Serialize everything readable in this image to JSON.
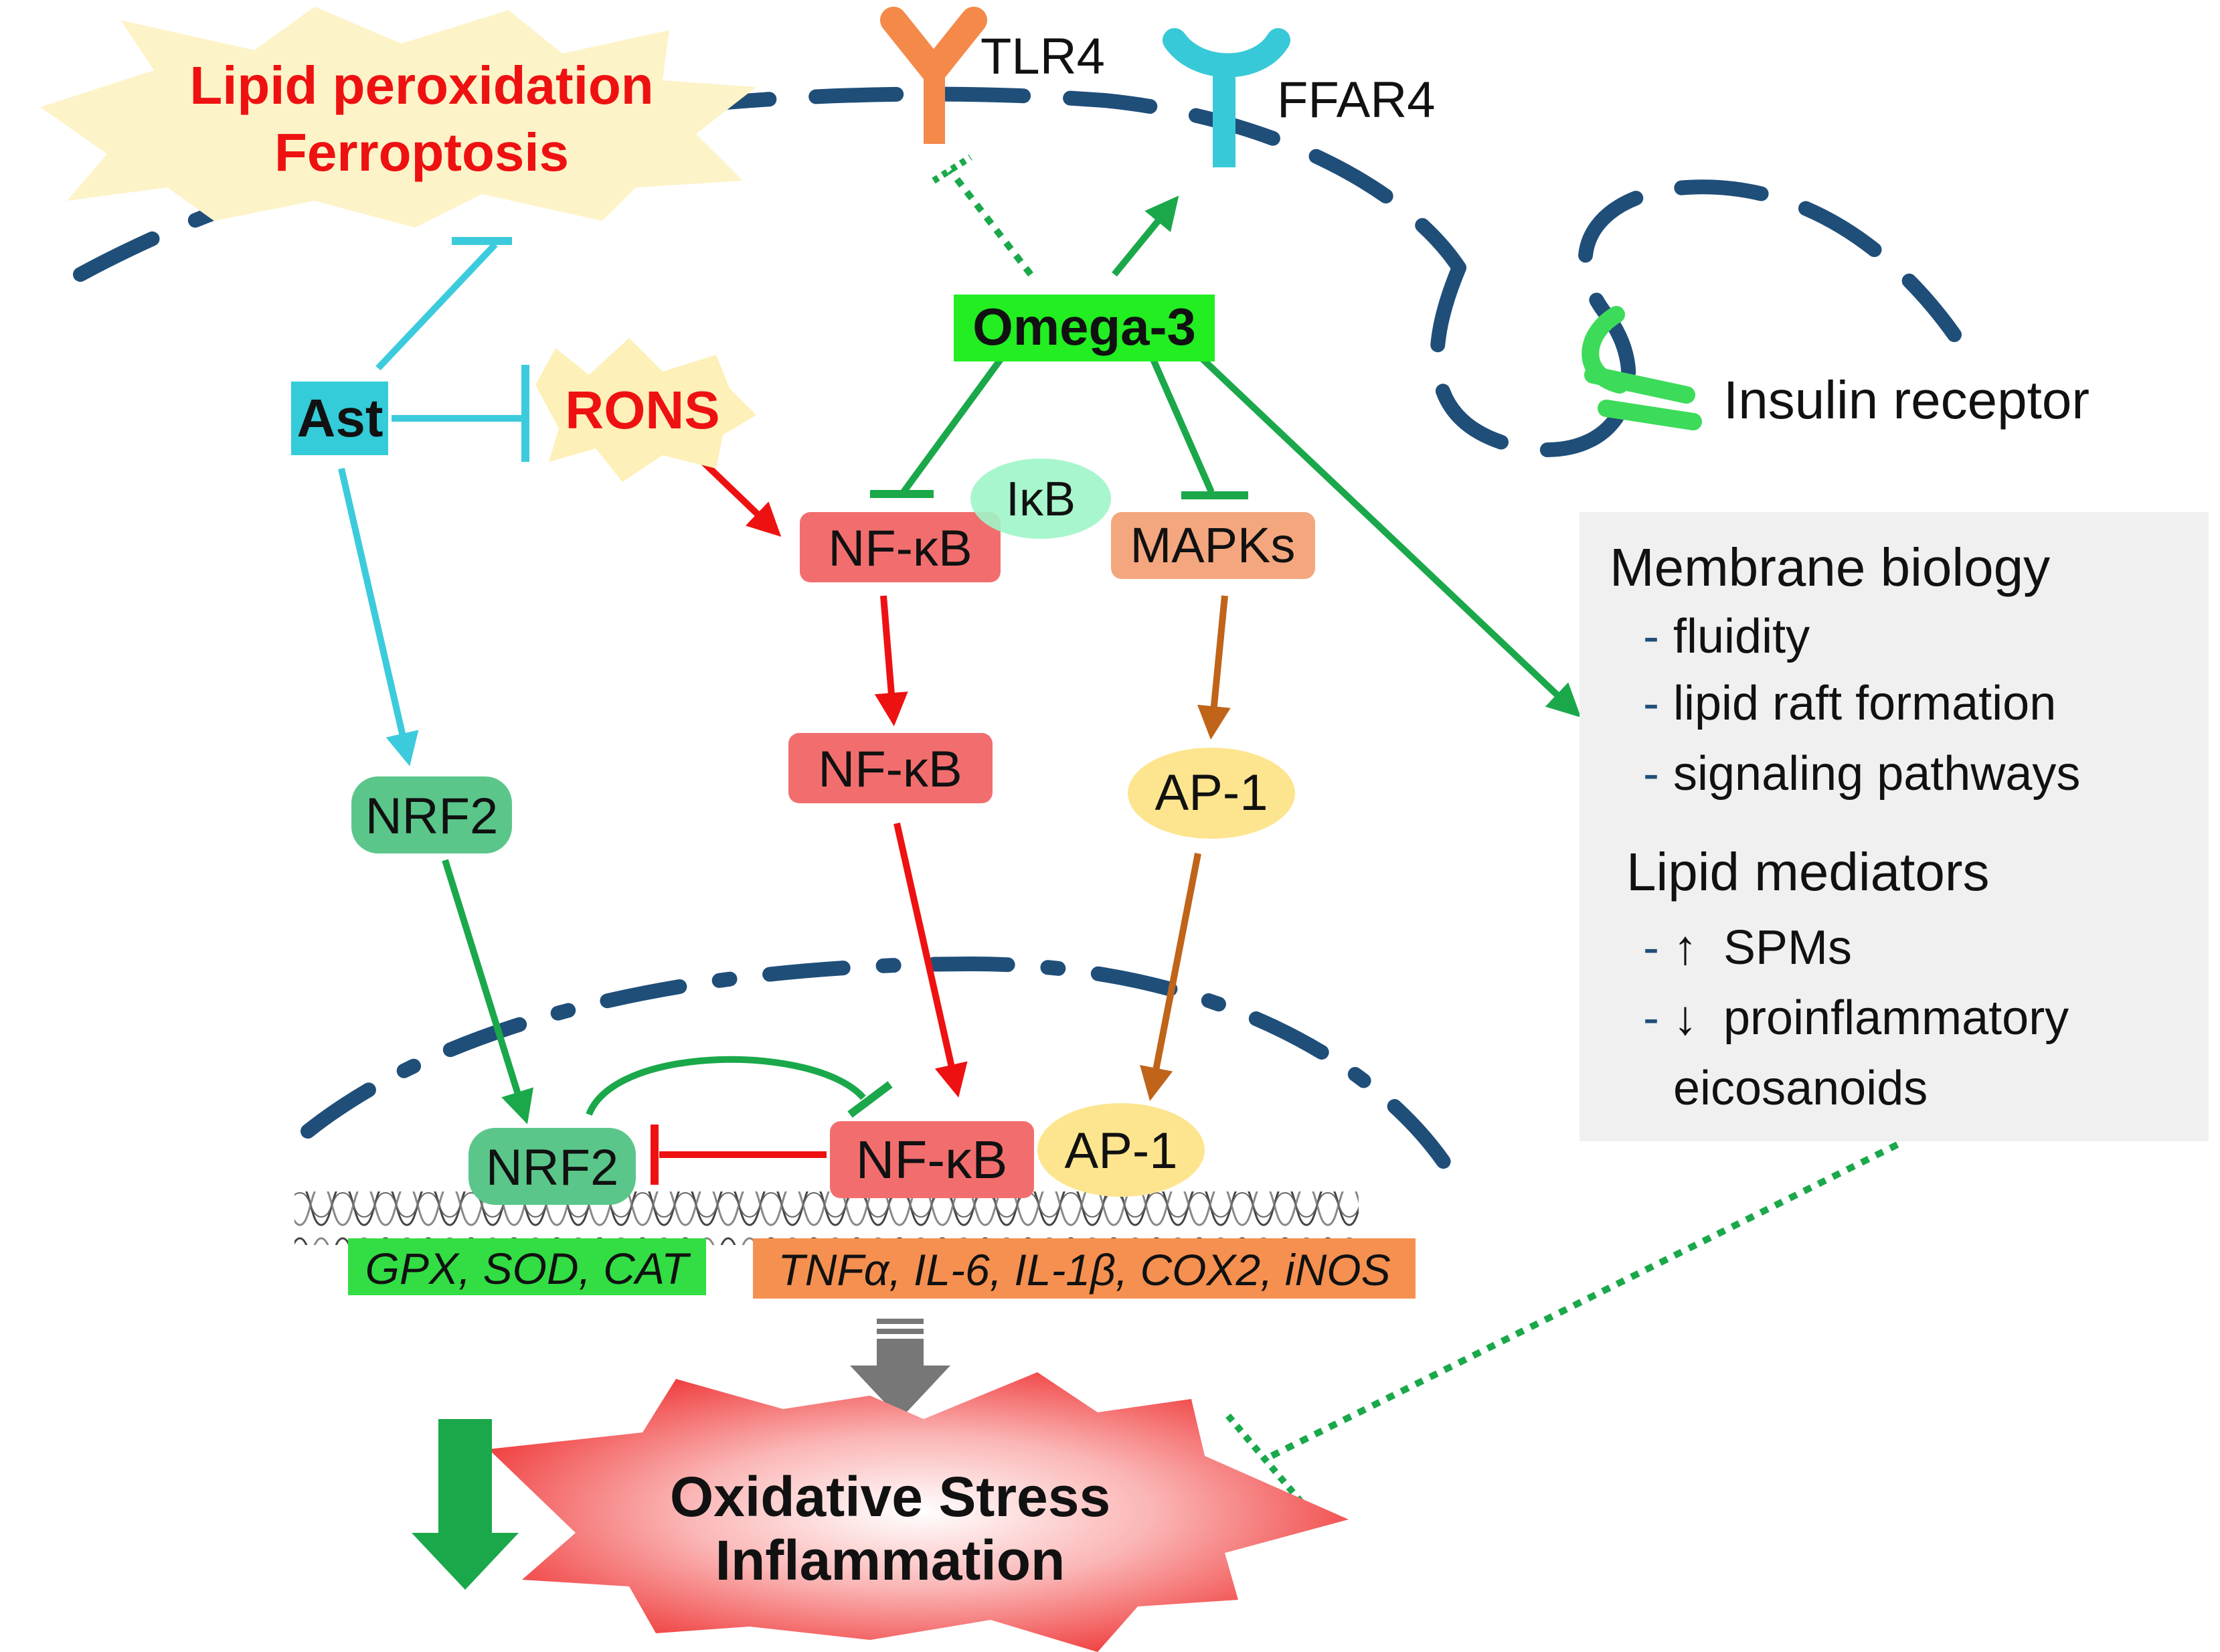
{
  "banner": {
    "line1": "Lipid peroxidation",
    "line2": "Ferroptosis"
  },
  "receptors": {
    "tlr4": "TLR4",
    "ffar4": "FFAR4",
    "insulin": "Insulin receptor"
  },
  "nodes": {
    "omega3": "Omega-3",
    "ast": "Ast",
    "rons": "RONS",
    "ikb": "IκB",
    "nfkb_top": "NF-κB",
    "mapks": "MAPKs",
    "nfkb_mid": "NF-κB",
    "ap1_mid": "AP-1",
    "nrf2_top": "NRF2",
    "nrf2_dna": "NRF2",
    "nfkb_dna": "NF-κB",
    "ap1_dna": "AP-1"
  },
  "genes": {
    "antioxidant": "GPX, SOD, CAT",
    "inflammatory": "TNFα, IL-6, IL-1β, COX2, iNOS"
  },
  "panel": {
    "heading1": "Membrane biology",
    "items1": [
      "fluidity",
      "lipid raft formation",
      "signaling pathways"
    ],
    "heading2": "Lipid mediators",
    "items2": [
      {
        "arrow": "↑",
        "text": "SPMs"
      },
      {
        "arrow": "↓",
        "text": "proinflammatory"
      }
    ],
    "item2_cont": "eicosanoids",
    "bullet": "-"
  },
  "outcome": {
    "line1": "Oxidative Stress",
    "line2": "Inflammation"
  },
  "colors": {
    "membrane": "#1f4e79",
    "green": "#1aa84a",
    "red": "#ee1111",
    "brown": "#c0641a",
    "cyan": "#3ccbdc",
    "banner_fill": "#fdf3c8",
    "banner_text": "#ee1111",
    "omega_bg": "#22ee22",
    "ast_bg": "#33ccd8",
    "nfkb_bg": "#f26e6e",
    "mapks_bg": "#f4a77e",
    "ap1_bg": "#fde58f",
    "nrf2_bg": "#5bc68a",
    "ikb_bg": "#9ef5c8",
    "panel_bg": "#f0f0f0",
    "gene_green": "#33dd44",
    "gene_orange": "#f59050"
  }
}
